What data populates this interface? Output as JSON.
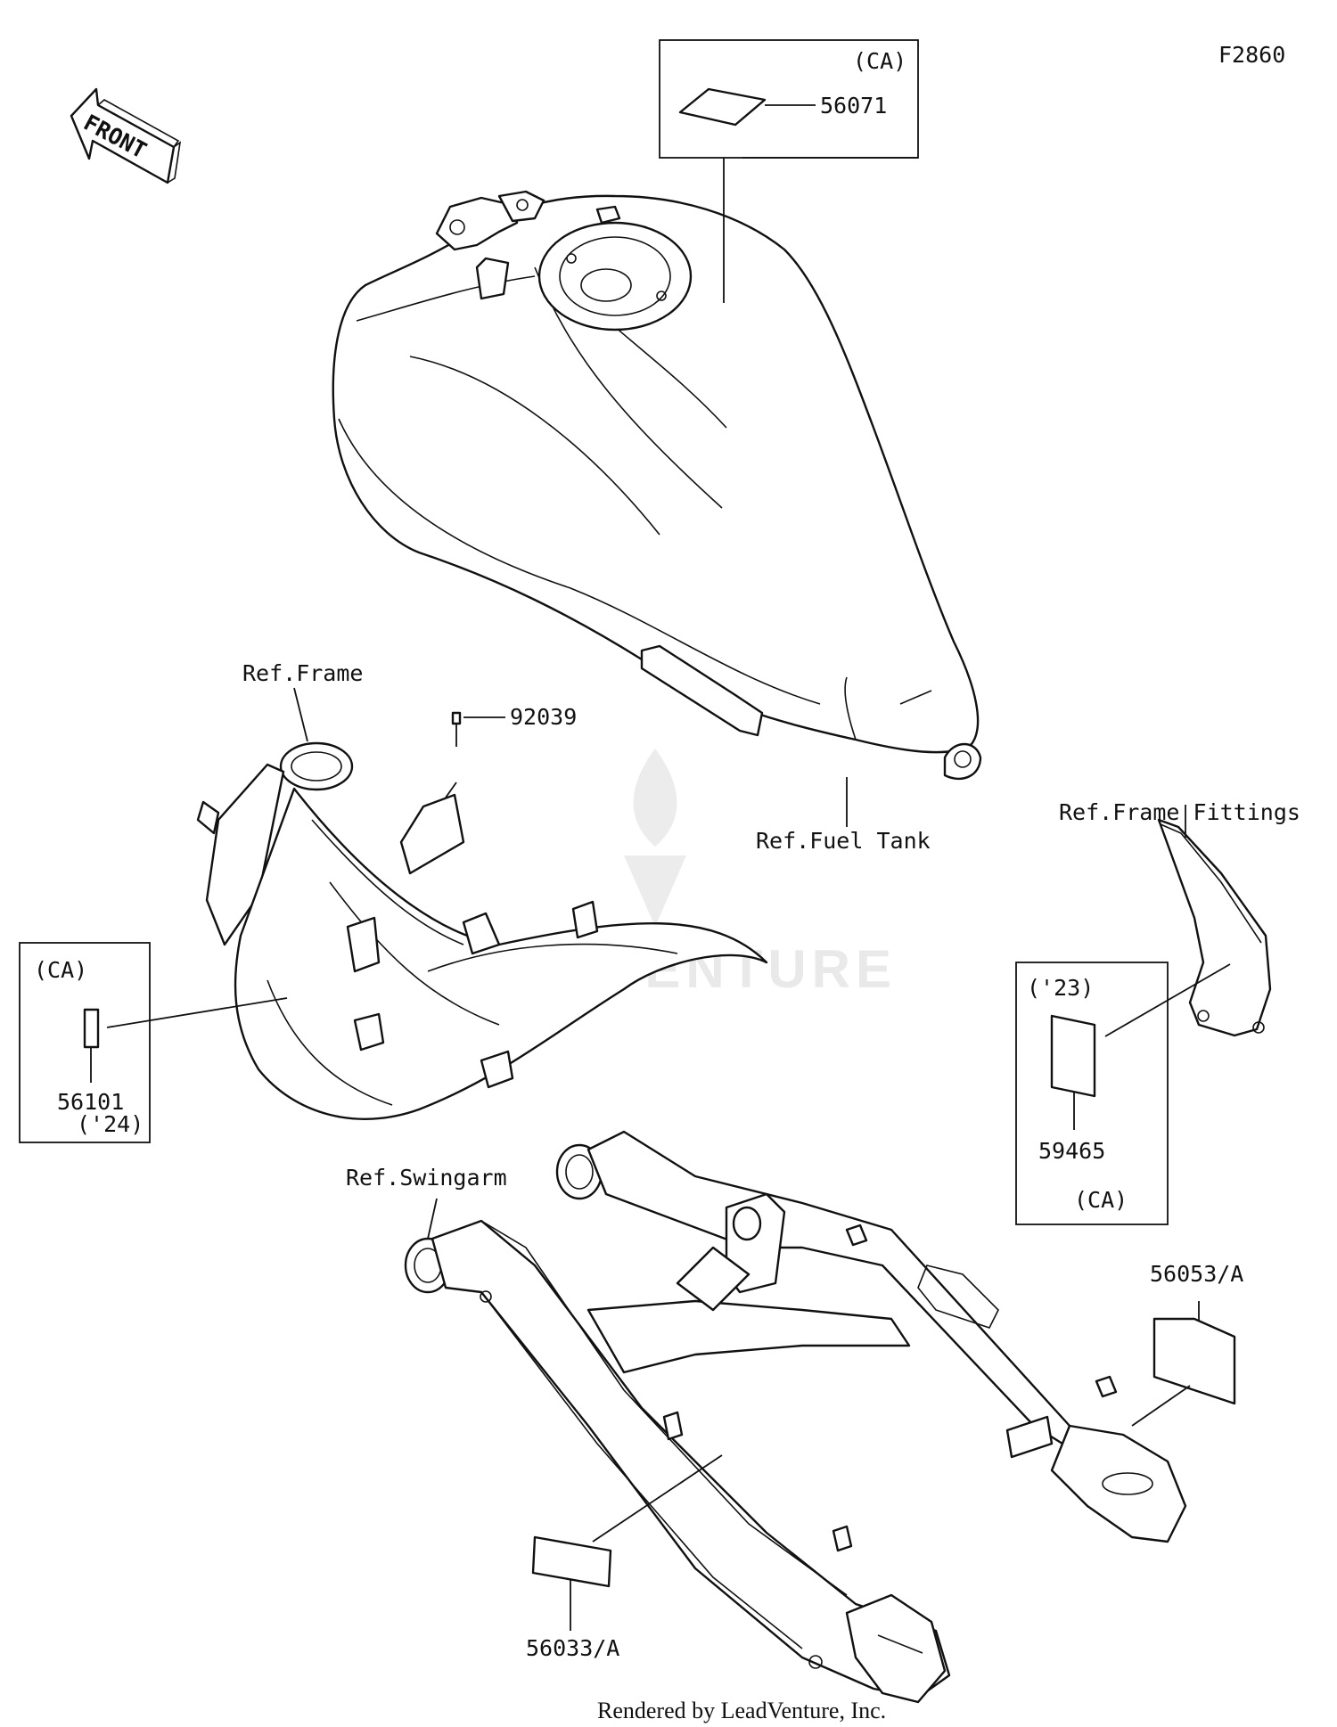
{
  "diagram": {
    "code": "F2860",
    "front_label": "FRONT",
    "watermark": "LEADVENTURE",
    "footer": "Rendered by LeadVenture, Inc.",
    "refs": {
      "frame": "Ref.Frame",
      "fuel_tank": "Ref.Fuel Tank",
      "frame_fittings": "Ref.Frame Fittings",
      "swingarm": "Ref.Swingarm"
    },
    "callouts": {
      "p56071": {
        "part": "56071",
        "note": "(CA)"
      },
      "p92039": {
        "part": "92039"
      },
      "p56101": {
        "part": "56101",
        "note_top": "(CA)",
        "note_bottom": "('24)"
      },
      "p59465": {
        "part": "59465",
        "note_top": "('23)",
        "note_bottom": "(CA)"
      },
      "p56053": {
        "part": "56053/A"
      },
      "p56033": {
        "part": "56033/A"
      }
    }
  }
}
